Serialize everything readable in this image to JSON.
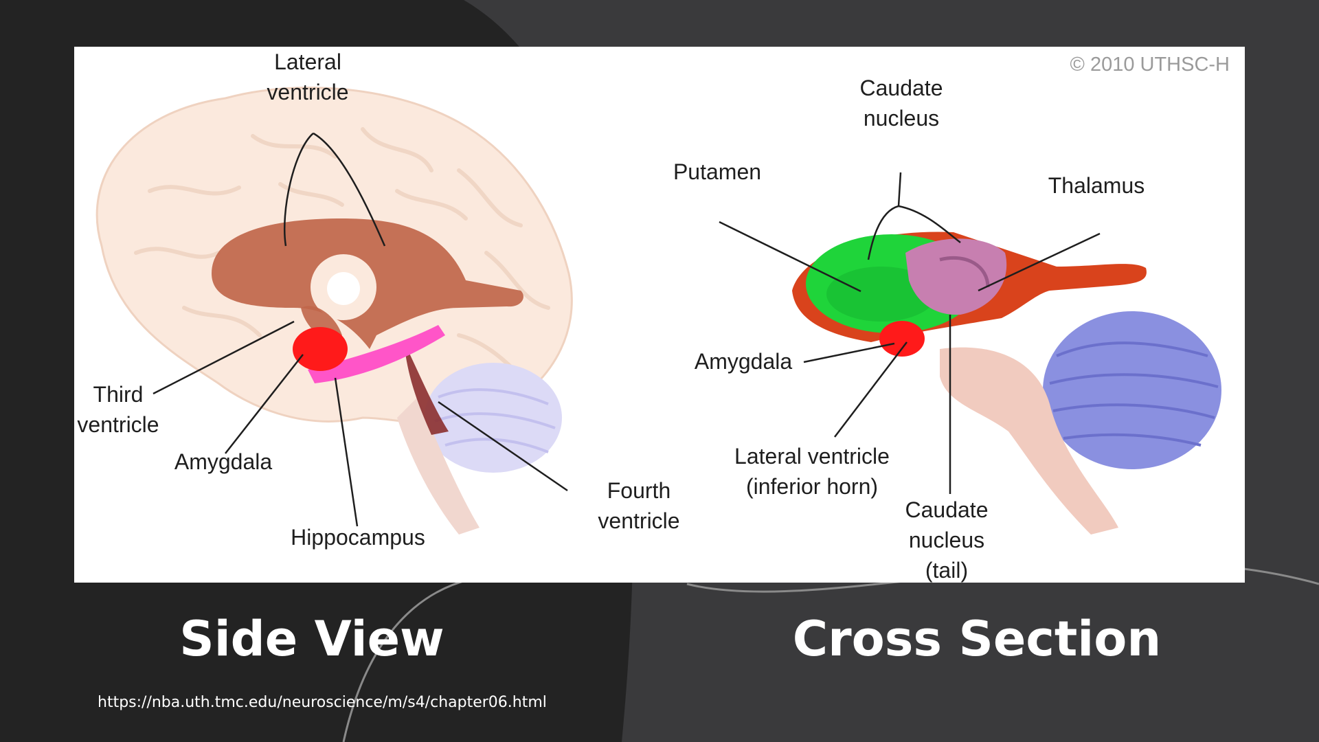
{
  "credit": "© 2010 UTHSC-H",
  "side_view": {
    "caption": "Side View",
    "labels": {
      "lateral_ventricle": "Lateral\nventricle",
      "third_ventricle": "Third\nventricle",
      "amygdala": "Amygdala",
      "hippocampus": "Hippocampus",
      "fourth_ventricle": "Fourth\nventricle"
    }
  },
  "cross_section": {
    "caption": "Cross Section",
    "labels": {
      "caudate_nucleus": "Caudate\nnucleus",
      "putamen": "Putamen",
      "thalamus": "Thalamus",
      "amygdala": "Amygdala",
      "lateral_ventricle_inferior_horn": "Lateral ventricle\n(inferior horn)",
      "caudate_nucleus_tail": "Caudate\nnucleus\n(tail)"
    }
  },
  "source_url": "https://nba.uth.tmc.edu/neuroscience/m/s4/chapter06.html",
  "colors": {
    "background": "#3a3a3c",
    "background_shape": "#232323",
    "ventricle": "#c0664a",
    "amygdala": "#ff1a1a",
    "hippocampus": "#ff55c8",
    "putamen": "#1fd43a",
    "thalamus": "#c77fb0",
    "cerebellum": "#8a90e0"
  }
}
